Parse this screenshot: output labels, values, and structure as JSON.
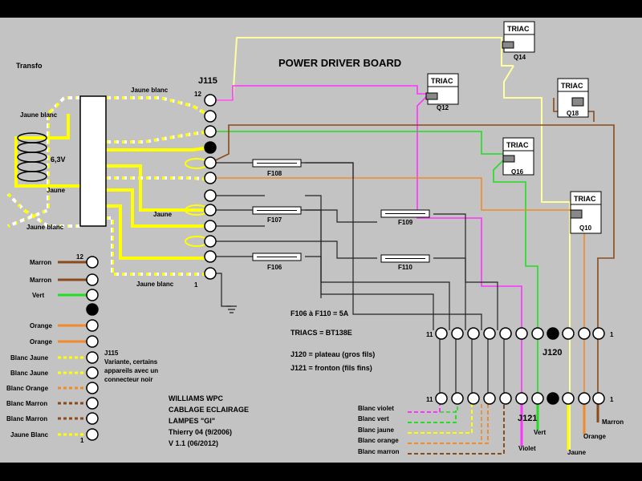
{
  "title": "POWER DRIVER BOARD",
  "transfo_label": "Transfo",
  "connector_j115": "J115",
  "voltage_label": "6,3V",
  "transformer_wires": [
    "Jaune blanc",
    "Jaune blanc",
    "Jaune",
    "Jaune blanc",
    "Jaune",
    "Jaune blanc"
  ],
  "j115_pin_first": "12",
  "j115_pin_last": "1",
  "fuses": [
    "F108",
    "F107",
    "F106",
    "F109",
    "F110"
  ],
  "triacs": [
    {
      "label": "TRIAC",
      "ref": "Q14"
    },
    {
      "label": "TRIAC",
      "ref": "Q12"
    },
    {
      "label": "TRIAC",
      "ref": "Q18"
    },
    {
      "label": "TRIAC",
      "ref": "Q16"
    },
    {
      "label": "TRIAC",
      "ref": "Q10"
    }
  ],
  "notes": {
    "fuse_rating": "F106 à F110 = 5A",
    "triac_type": "TRIACS = BT138E",
    "j120_desc": "J120 = plateau (gros fils)",
    "j121_desc": "J121 = fronton (fils fins)"
  },
  "connector_j120": "J120",
  "connector_j121": "J121",
  "pin_11": "11",
  "pin_1": "1",
  "legend": {
    "pin_12": "12",
    "pin_1": "1",
    "items": [
      "Marron",
      "Marron",
      "Vert",
      "Orange",
      "Orange",
      "Blanc Jaune",
      "Blanc Jaune",
      "Blanc Orange",
      "Blanc Marron",
      "Blanc Marron",
      "Jaune Blanc"
    ],
    "variant_title": "J115",
    "variant_text": [
      "Variante, certains",
      "appareils avec un",
      "connecteur noir"
    ]
  },
  "credits": [
    "WILLIAMS WPC",
    "CABLAGE ECLAIRAGE",
    "LAMPES \"GI\"",
    "Thierry 04 (9/2006)",
    "V 1.1 (06/2012)"
  ],
  "j121_wires": [
    "Blanc violet",
    "Blanc vert",
    "Blanc jaune",
    "Blanc orange",
    "Blanc marron"
  ],
  "j120_wires": [
    "Marron",
    "Orange",
    "Jaune",
    "Vert",
    "Violet"
  ],
  "colors": {
    "background": "#c3c3c3",
    "yellow": "#ffff00",
    "pale_yellow": "#ffffa0",
    "magenta": "#ff33ff",
    "green": "#22dd22",
    "orange": "#f08a2a",
    "brown": "#8b4a1c",
    "black": "#000000"
  }
}
